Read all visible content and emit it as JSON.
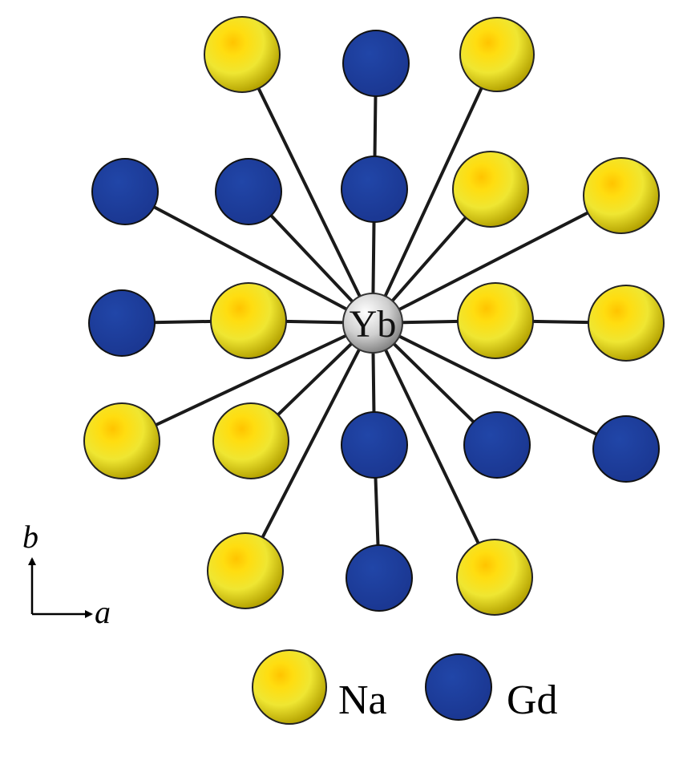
{
  "center": {
    "label": "Yb"
  },
  "neighbors": [
    {
      "id": "n1",
      "species": "Na"
    },
    {
      "id": "n2",
      "species": "Gd"
    },
    {
      "id": "n3",
      "species": "Na"
    },
    {
      "id": "n4",
      "species": "Gd"
    },
    {
      "id": "n5",
      "species": "Gd"
    },
    {
      "id": "n6",
      "species": "Gd"
    },
    {
      "id": "n7",
      "species": "Na"
    },
    {
      "id": "n8",
      "species": "Na"
    },
    {
      "id": "n9",
      "species": "Gd"
    },
    {
      "id": "n10",
      "species": "Na"
    },
    {
      "id": "n11",
      "species": "Na"
    },
    {
      "id": "n12",
      "species": "Na"
    },
    {
      "id": "n13",
      "species": "Na"
    },
    {
      "id": "n14",
      "species": "Na"
    },
    {
      "id": "n15",
      "species": "Gd"
    },
    {
      "id": "n16",
      "species": "Gd"
    },
    {
      "id": "n17",
      "species": "Gd"
    },
    {
      "id": "n18",
      "species": "Na"
    },
    {
      "id": "n19",
      "species": "Gd"
    },
    {
      "id": "n20",
      "species": "Na"
    }
  ],
  "axes": {
    "vertical": "b",
    "horizontal": "a"
  },
  "legend": [
    {
      "species": "Na",
      "label": "Na"
    },
    {
      "species": "Gd",
      "label": "Gd"
    }
  ],
  "colors": {
    "na_highlight": "#ffd200",
    "na_mid": "#f2e62a",
    "na_edge": "#c9b800",
    "gd": "#1f3f9c",
    "gd_edge": "#0d1f5a",
    "yb_light": "#ffffff",
    "yb_dark": "#8a8a8a",
    "bond": "#1a1a1a"
  }
}
